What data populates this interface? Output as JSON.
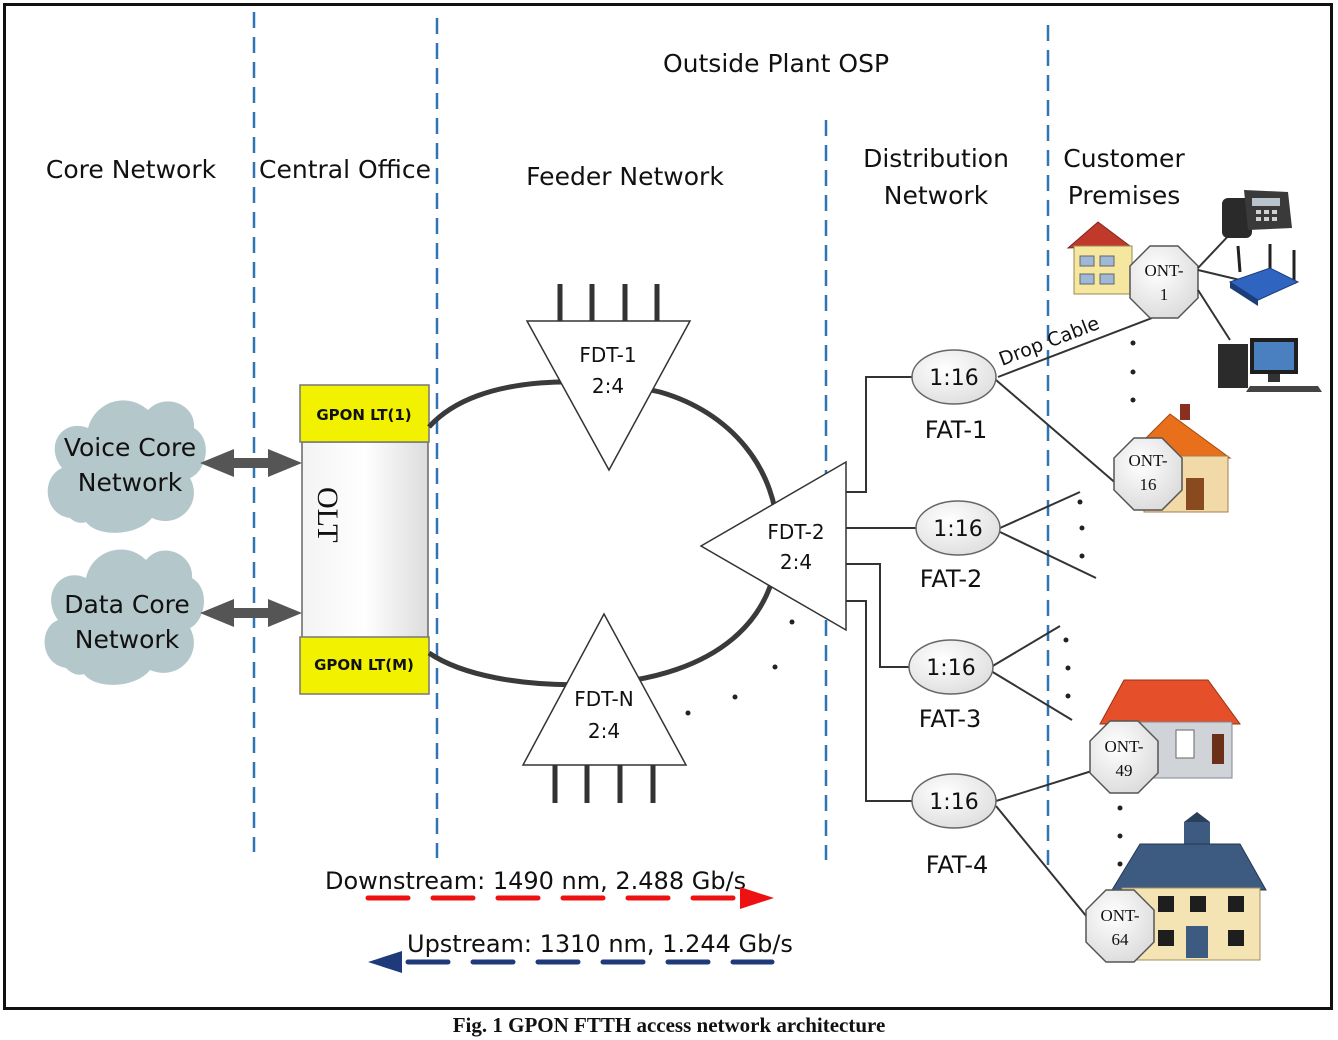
{
  "headers": {
    "outside_plant": "Outside Plant OSP",
    "core_network": "Core Network",
    "central_office": "Central Office",
    "feeder_network": "Feeder Network",
    "distribution_line1": "Distribution",
    "distribution_line2": "Network",
    "customer_line1": "Customer",
    "customer_line2": "Premises"
  },
  "clouds": {
    "voice_line1": "Voice Core",
    "voice_line2": "Network",
    "data_line1": "Data Core",
    "data_line2": "Network"
  },
  "olt": {
    "lt1_label": "GPON LT(1)",
    "ltm_label": "GPON LT(M)",
    "body_label": "OLT"
  },
  "fdts": {
    "fdt1_name": "FDT-1",
    "fdt1_ratio": "2:4",
    "fdt2_name": "FDT-2",
    "fdt2_ratio": "2:4",
    "fdtn_name": "FDT-N",
    "fdtn_ratio": "2:4"
  },
  "fats": {
    "fat1_ratio": "1:16",
    "fat1_name": "FAT-1",
    "fat2_ratio": "1:16",
    "fat2_name": "FAT-2",
    "fat3_ratio": "1:16",
    "fat3_name": "FAT-3",
    "fat4_ratio": "1:16",
    "fat4_name": "FAT-4"
  },
  "onts": {
    "ont1_line1": "ONT-",
    "ont1_line2": "1",
    "ont16_line1": "ONT-",
    "ont16_line2": "16",
    "ont49_line1": "ONT-",
    "ont49_line2": "49",
    "ont64_line1": "ONT-",
    "ont64_line2": "64"
  },
  "drop_cable": "Drop Cable",
  "downstream": "Downstream: 1490 nm, 2.488 Gb/s",
  "upstream": "Upstream: 1310 nm, 1.244 Gb/s",
  "caption": "Fig. 1 GPON FTTH access network architecture",
  "colors": {
    "divider": "#2e75b6",
    "cloud": "#b4c7cb",
    "lt_yellow": "#f2f200",
    "downstream": "#ee1111",
    "upstream": "#1f3a7a"
  }
}
